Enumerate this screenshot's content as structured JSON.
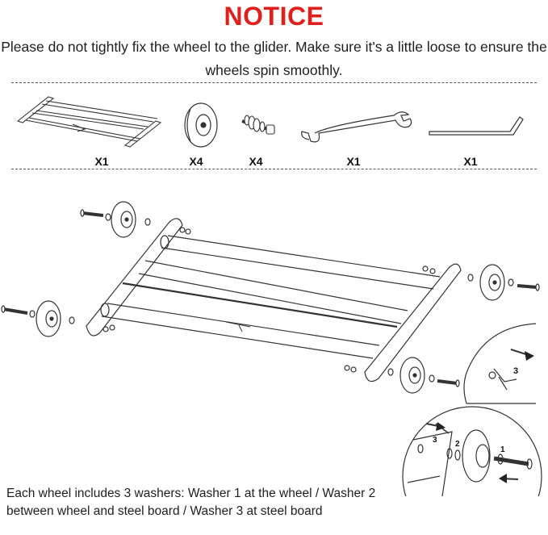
{
  "notice": {
    "title": "NOTICE",
    "line1": "Please do not tightly fix the wheel to the glider. Make sure it's a little loose to ensure the",
    "line2": "wheels spin smoothly."
  },
  "parts": [
    {
      "icon": "glider-frame-icon",
      "qty": "X1"
    },
    {
      "icon": "wheel-icon",
      "qty": "X4"
    },
    {
      "icon": "bolt-washer-set-icon",
      "qty": "X4"
    },
    {
      "icon": "wrench-icon",
      "qty": "X1"
    },
    {
      "icon": "allen-key-icon",
      "qty": "X1"
    }
  ],
  "callouts": {
    "top_washer_number": "3",
    "bottom_washer_numbers": [
      "3",
      "2",
      "1"
    ]
  },
  "footer": {
    "line1": "Each wheel includes 3 washers: Washer 1 at the wheel / Washer 2",
    "line2": "between wheel and steel board / Washer 3 at steel board"
  },
  "colors": {
    "accent": "#e0201c",
    "line": "#333333"
  }
}
